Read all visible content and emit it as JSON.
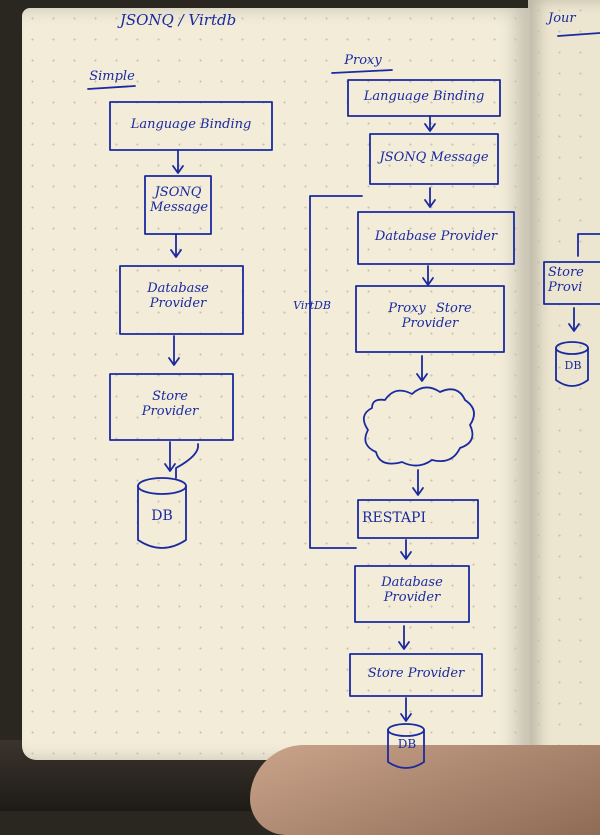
{
  "header": {
    "title": "JSONQ / Virtdb",
    "right_page_fragment": "Jour"
  },
  "simple": {
    "heading": "Simple",
    "language_binding": "Language Binding",
    "jsonq_message": "JSONQ Message",
    "database_provider": "Database Provider",
    "store_provider": "Store Provider",
    "db": "DB"
  },
  "proxy": {
    "heading": "Proxy",
    "language_binding": "Language Binding",
    "jsonq_message": "JSONQ Message",
    "database_provider": "Database Provider",
    "proxy_store_provider": "Proxy Store Provider",
    "virtdb_label": "VirtDB",
    "rest_api": "RESTAPI",
    "database_provider_2": "Database Provider",
    "store_provider": "Store Provider",
    "db": "DB"
  },
  "right_page": {
    "store_provider": "Store Provi",
    "db": "DB"
  },
  "colors": {
    "ink": "#1a2aa0",
    "paper": "#f2ecd9"
  }
}
